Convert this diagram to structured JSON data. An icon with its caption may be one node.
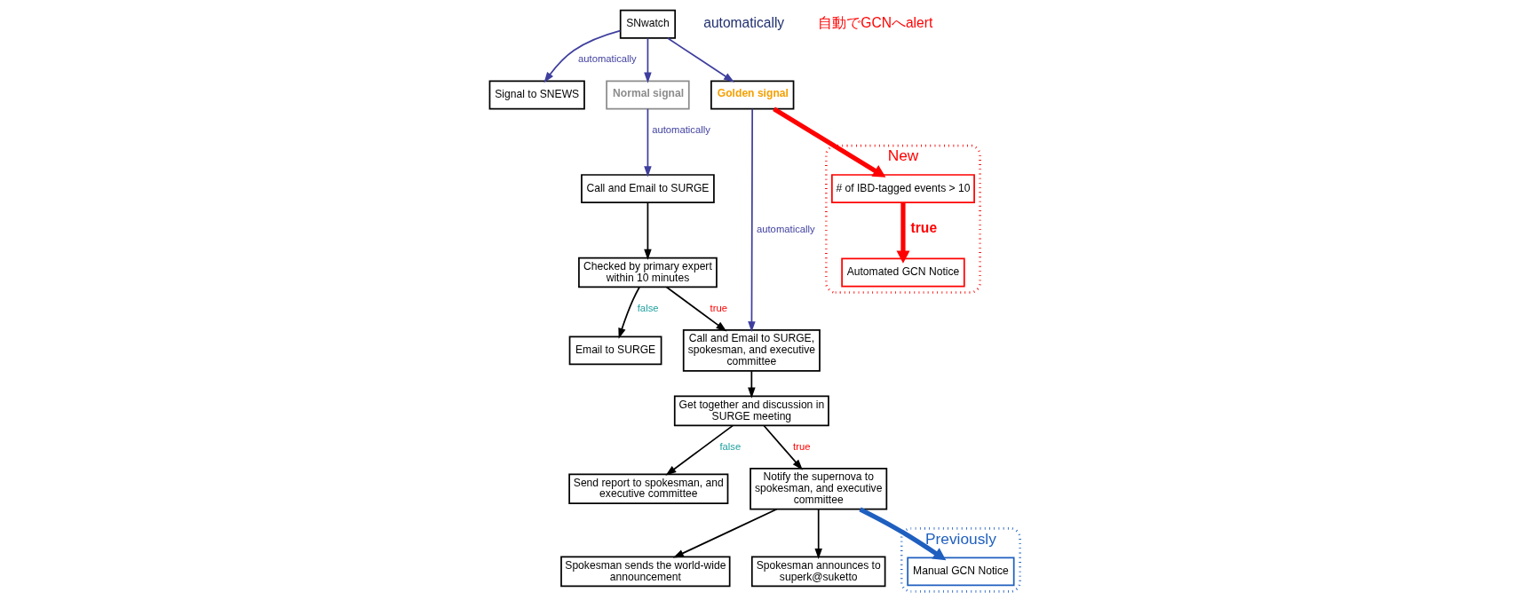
{
  "diagram": {
    "nodes": [
      {
        "text": [
          "SNwatch"
        ]
      },
      {
        "text": [
          "Signal to SNEWS"
        ]
      },
      {
        "text": [
          "Normal signal"
        ]
      },
      {
        "text": [
          "Golden signal"
        ]
      },
      {
        "text": [
          "Call and Email to SURGE"
        ]
      },
      {
        "text": [
          "Call and Email to SURGE, spokesman, and executive committee"
        ]
      },
      {
        "text": [
          "Checked by primary expert within 10 minutes"
        ]
      },
      {
        "text": [
          "Email to SURGE"
        ]
      },
      {
        "text": [
          "Get together and discussion in SURGE meeting"
        ]
      },
      {
        "text": [
          "Send report to spokesman, and executive committee"
        ]
      },
      {
        "text": [
          "Notify the supernova to spokesman, and executive committee"
        ]
      },
      {
        "text": [
          "Spokesman sends the world-wide announcement"
        ]
      },
      {
        "text": [
          "Spokesman announces to superk@suketto"
        ]
      },
      {
        "text": [
          "New"
        ]
      },
      {
        "text": [
          "# of IBD-tagged events > 10"
        ],
        "in": 13
      },
      {
        "text": [
          "Automated GCN Notice"
        ],
        "in": 13
      },
      {
        "text": [
          "Previously"
        ]
      },
      {
        "text": [
          "Manual GCN Notice"
        ],
        "in": 16
      }
    ],
    "edges": [
      {
        "from": 0,
        "to": 1,
        "arrow": "to",
        "label": "automatically",
        "color": "#3f3f9f"
      },
      {
        "from": 0,
        "to": 2,
        "arrow": "to",
        "color": "#3f3f9f"
      },
      {
        "from": 0,
        "to": 3,
        "arrow": "to",
        "color": "#3f3f9f"
      },
      {
        "from": 3,
        "to": 14,
        "arrow": "to",
        "style": "thick",
        "color": "#ff0000"
      },
      {
        "from": 2,
        "to": 4,
        "arrow": "to",
        "label": "automatically",
        "color": "#3f3f9f"
      },
      {
        "from": 3,
        "to": 5,
        "arrow": "to",
        "label": "automatically",
        "color": "#3f3f9f"
      },
      {
        "from": 4,
        "to": 6,
        "arrow": "to"
      },
      {
        "from": 6,
        "to": 5,
        "arrow": "to",
        "label": "true"
      },
      {
        "from": 6,
        "to": 7,
        "arrow": "to",
        "label": "false"
      },
      {
        "from": 5,
        "to": 8,
        "arrow": "to"
      },
      {
        "from": 8,
        "to": 9,
        "arrow": "to",
        "label": "false"
      },
      {
        "from": 8,
        "to": 10,
        "arrow": "to",
        "label": "true"
      },
      {
        "from": 14,
        "to": 15,
        "arrow": "to",
        "label": "true",
        "style": "thick",
        "color": "#ff0000"
      },
      {
        "from": 10,
        "to": 17,
        "arrow": "to",
        "style": "thick",
        "color": "#1f5fbf"
      },
      {
        "from": 10,
        "to": 11,
        "arrow": "to"
      },
      {
        "from": 10,
        "to": 12,
        "arrow": "to"
      }
    ],
    "labels": [
      "automatically",
      "自動でGCNへalert"
    ]
  }
}
